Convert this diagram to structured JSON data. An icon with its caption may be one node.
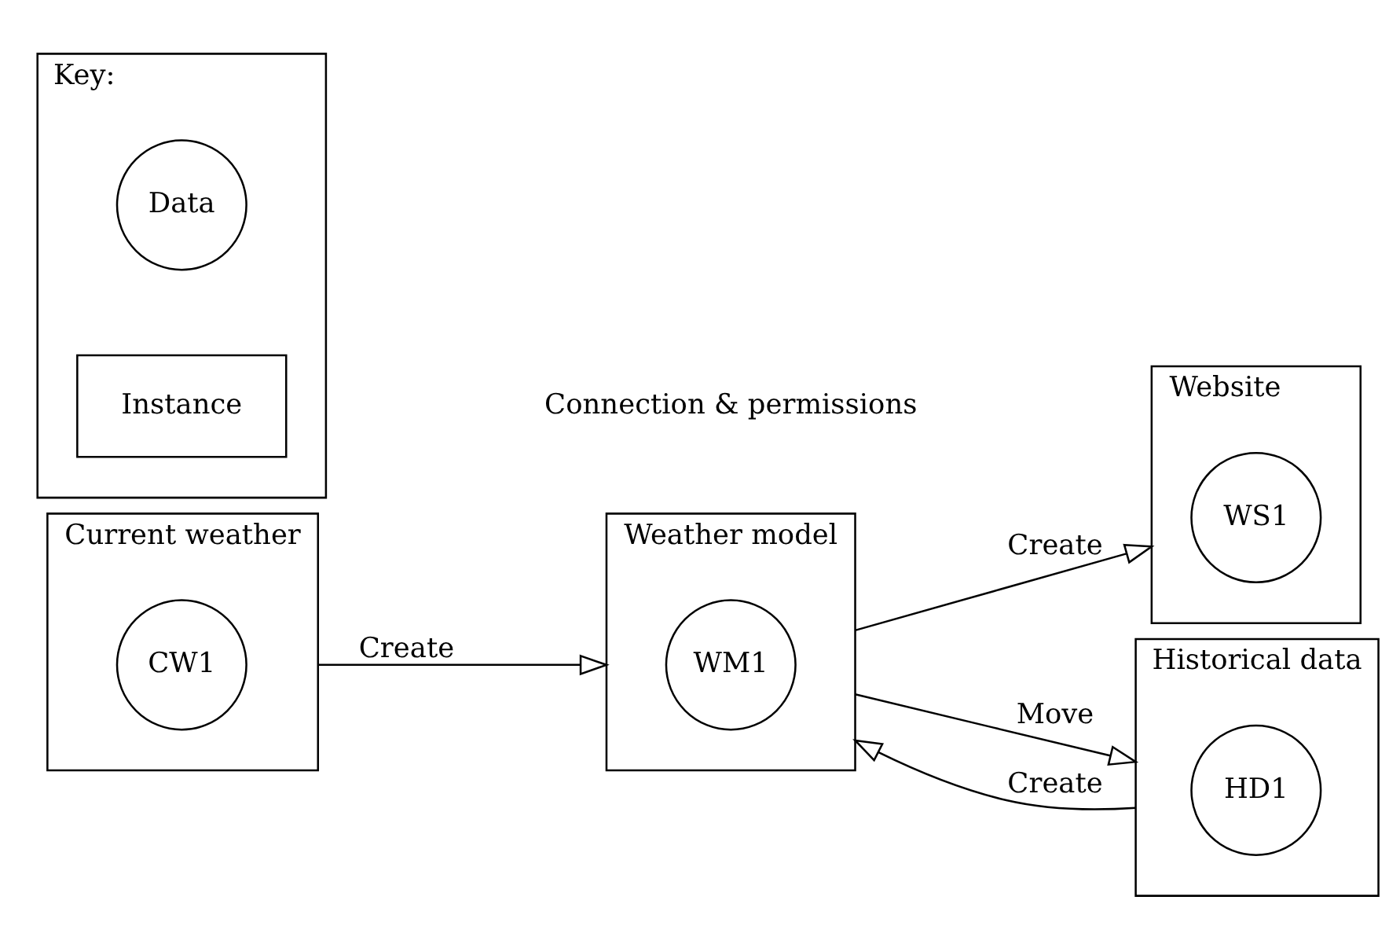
{
  "diagram": {
    "nodes": [
      {
        "text": [
          "Current weather"
        ]
      },
      {
        "text": [
          "CW1"
        ],
        "in": 0
      },
      {
        "text": [
          "Weather model"
        ]
      },
      {
        "text": [
          "WM1"
        ],
        "in": 2
      },
      {
        "text": [
          "Website"
        ]
      },
      {
        "text": [
          "WS1"
        ],
        "in": 4
      },
      {
        "text": [
          "Historical data"
        ]
      },
      {
        "text": [
          "HD1"
        ],
        "in": 6
      },
      {
        "text": [
          "Key:"
        ]
      },
      {
        "text": [
          "Data"
        ],
        "in": 8
      },
      {
        "text": [
          "Instance"
        ],
        "in": 8
      }
    ],
    "edges": [
      {
        "from": 0,
        "to": 2,
        "arrow": "to",
        "label": "Create"
      },
      {
        "from": 2,
        "to": 6,
        "arrow": "to",
        "label": "Move"
      },
      {
        "from": 6,
        "to": 2,
        "arrow": "to",
        "label": "Create"
      },
      {
        "from": 2,
        "to": 4,
        "arrow": "to",
        "label": "Create"
      }
    ],
    "legend": [
      {
        "text": "Connection & permissions"
      }
    ]
  }
}
